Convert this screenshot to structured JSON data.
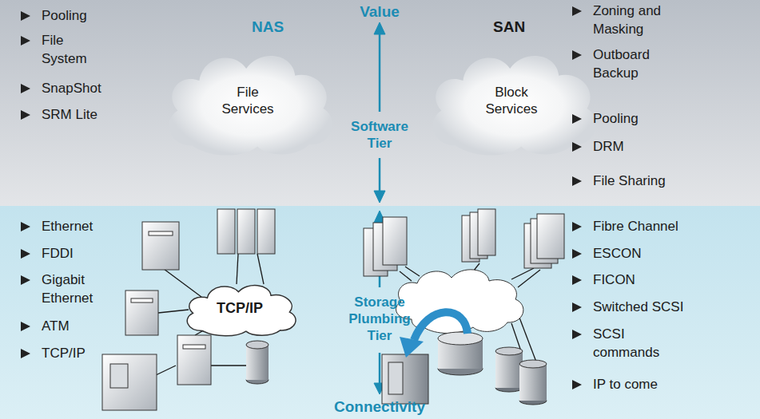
{
  "diagram": {
    "nodes": [
      {
        "text": [
          "File Services"
        ]
      },
      {
        "text": [
          "Block Services"
        ]
      },
      {
        "text": [
          "TCP/IP"
        ]
      }
    ],
    "labels": [
      "Value",
      "NAS",
      "SAN",
      "Pooling",
      "File System",
      "SnapShot",
      "SRM Lite",
      "Zoning and Masking",
      "Outboard Backup",
      "Pooling",
      "DRM",
      "File Sharing",
      "Software Tier",
      "Ethernet",
      "FDDI",
      "Gigabit Ethernet",
      "ATM",
      "TCP/IP",
      "Storage Plumbing Tier",
      "Connectivity",
      "Fibre Channel",
      "ESCON",
      "FICON",
      "Switched SCSI",
      "SCSI commands",
      "IP to come"
    ]
  }
}
